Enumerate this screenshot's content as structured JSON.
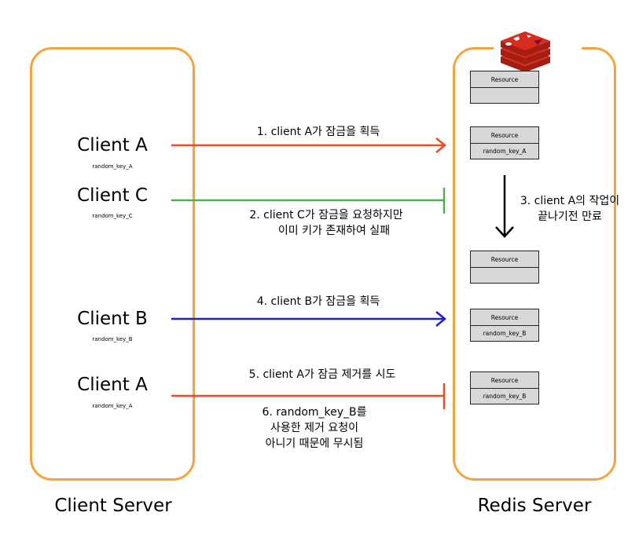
{
  "clients": [
    {
      "name": "Client A",
      "key": "random_key_A"
    },
    {
      "name": "Client C",
      "key": "random_key_C"
    },
    {
      "name": "Client B",
      "key": "random_key_B"
    },
    {
      "name": "Client A",
      "key": "random_key_A"
    }
  ],
  "steps": {
    "s1": "1. client A가 잠금을 획득",
    "s2_line1": "2. client C가 잠금을 요청하지만",
    "s2_line2": "이미 키가 존재하여 실패",
    "s3_line1": "3. client A의 작업이",
    "s3_line2": "끝나기전 만료",
    "s4": "4. client B가 잠금을 획득",
    "s5": "5. client A가 잠금 제거를 시도",
    "s6_line1": "6. random_key_B를",
    "s6_line2": "사용한 제거 요청이",
    "s6_line3": "아니기 때문에 무시됨"
  },
  "resources": [
    {
      "label": "Resource",
      "key": ""
    },
    {
      "label": "Resource",
      "key": "random_key_A"
    },
    {
      "label": "Resource",
      "key": ""
    },
    {
      "label": "Resource",
      "key": "random_key_B"
    },
    {
      "label": "Resource",
      "key": "random_key_B"
    }
  ],
  "labels": {
    "client_server": "Client Server",
    "redis_server": "Redis Server"
  },
  "colors": {
    "box_border": "#f5a33a",
    "arrow_red": "#f04a23",
    "line_green": "#4caf50",
    "arrow_blue": "#1f1fe0",
    "line_red": "#e84a2a",
    "redis_logo": "#d82c20"
  },
  "icons": [
    "redis-logo-icon"
  ]
}
